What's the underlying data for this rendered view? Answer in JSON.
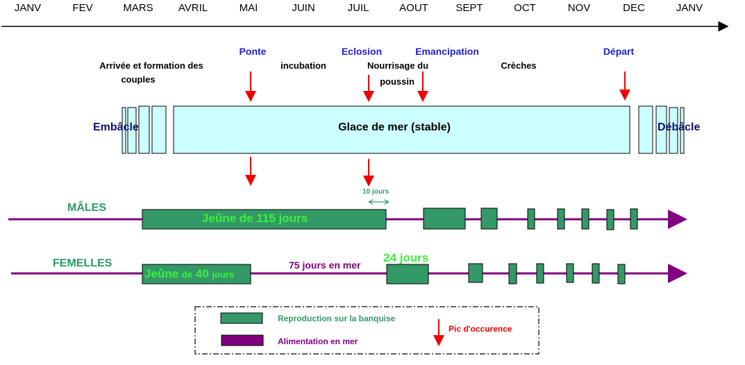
{
  "timeline": {
    "months": [
      "JANV",
      "FEV",
      "MARS",
      "AVRIL",
      "MAI",
      "JUIN",
      "JUIL",
      "AOUT",
      "SEPT",
      "OCT",
      "NOV",
      "DEC",
      "JANV"
    ]
  },
  "events": {
    "ponte": "Ponte",
    "eclosion": "Eclosion",
    "emancipation": "Emancipation",
    "depart": "Départ"
  },
  "phases": {
    "arrivee_line1": "Arrivée et formation des",
    "arrivee_line2": "couples",
    "incubation": "incubation",
    "nourrisage_line1": "Nourrisage du",
    "nourrisage_line2": "poussin",
    "creches": "Crèches"
  },
  "ice": {
    "embacle": "Embâcle",
    "glace": "Glace de mer (stable)",
    "debacle": "Débâcle"
  },
  "males": {
    "label": "MÂLES",
    "fast": "Jeûne de 115 jours",
    "gap": "10 jours"
  },
  "females": {
    "label": "FEMELLES",
    "fast_a": "Jeûne",
    "fast_b": "de",
    "fast_c": "40",
    "fast_d": "jours",
    "sea": "75 jours en mer",
    "days24": "24 jours"
  },
  "legend": {
    "reproduction": "Reproduction sur la banquise",
    "alimentation": "Alimentation en mer",
    "pic": "Pic d'occurence"
  },
  "colors": {
    "green_block": "#339966",
    "purple": "#800080",
    "red_arrow": "#ee0000",
    "ice_fill": "#ccffff",
    "event_blue": "#1f1fd0",
    "bright_green": "#3cf03c"
  }
}
